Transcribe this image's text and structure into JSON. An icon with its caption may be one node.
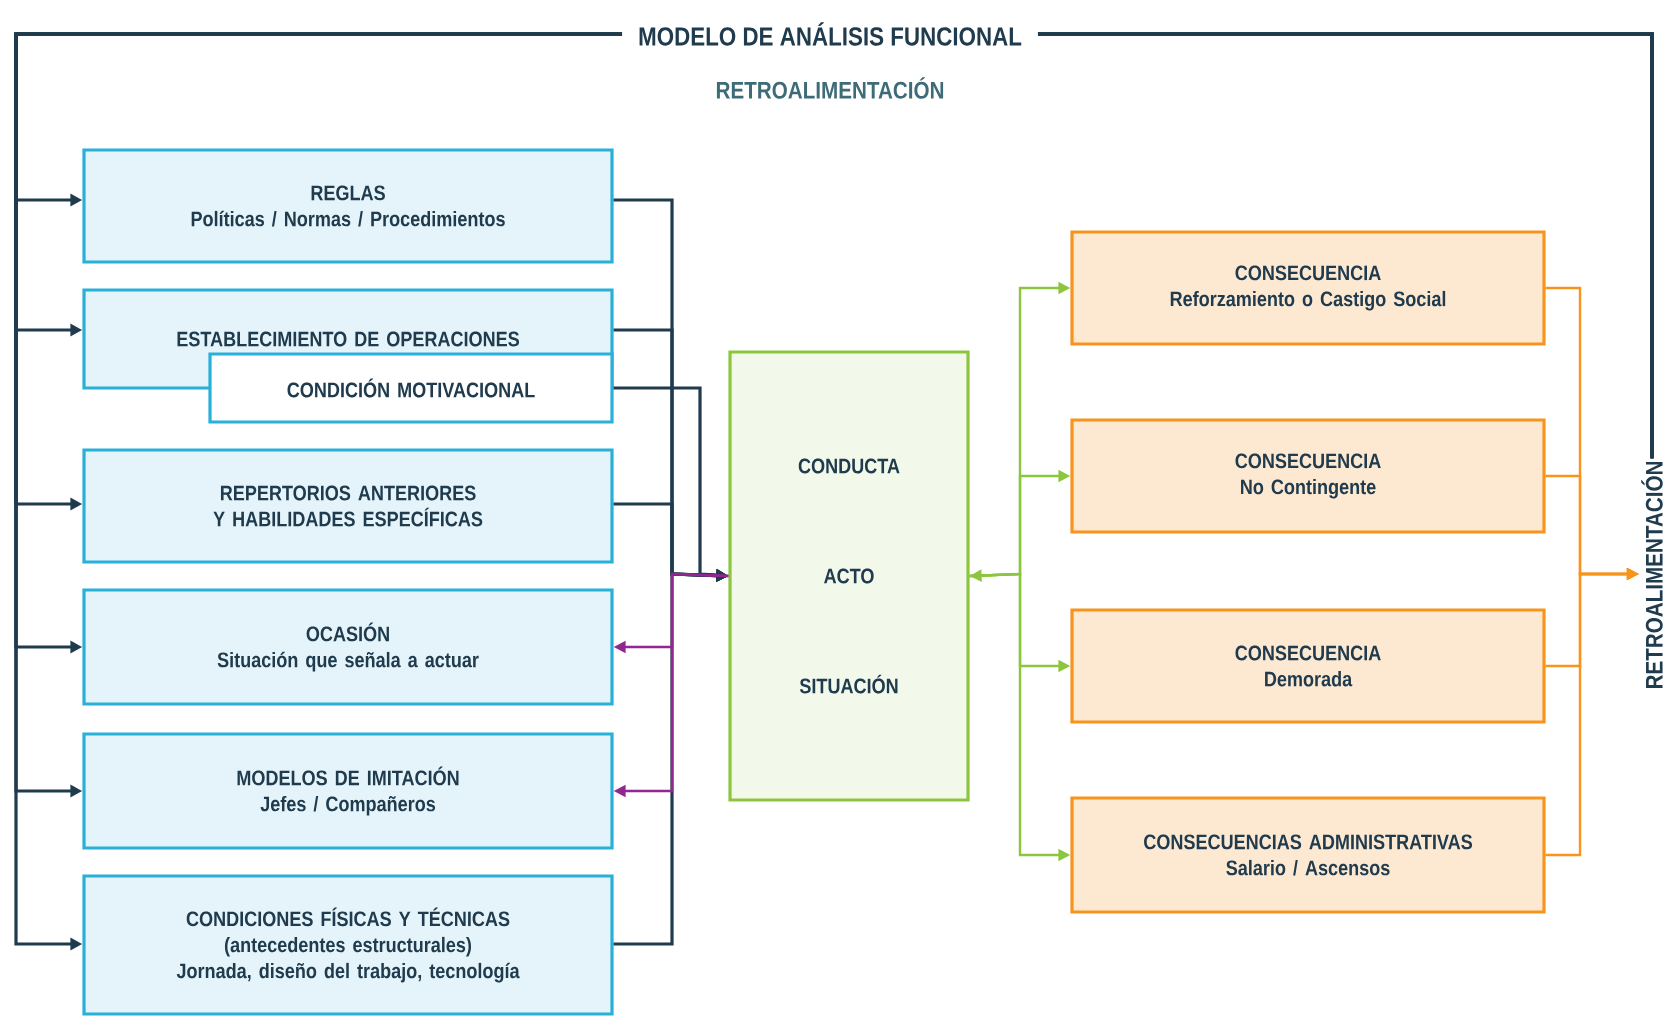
{
  "diagram": {
    "title": "MODELO DE ANÁLISIS FUNCIONAL",
    "nodes": [
      {
        "text": [
          "REGLAS",
          "Políticas / Normas / Procedimientos"
        ]
      },
      {
        "text": [
          "ESTABLECIMIENTO DE OPERACIONES"
        ]
      },
      {
        "text": [
          "CONDICIÓN MOTIVACIONAL"
        ]
      },
      {
        "text": [
          "REPERTORIOS ANTERIORES Y HABILIDADES ESPECÍFICAS"
        ]
      },
      {
        "text": [
          "OCASIÓN",
          "Situación que señala a actuar"
        ]
      },
      {
        "text": [
          "MODELOS DE IMITACIÓN",
          "Jefes / Compañeros"
        ]
      },
      {
        "text": [
          "CONDICIONES FÍSICAS Y TÉCNICAS",
          "(antecedentes estructurales)",
          "Jornada, diseño del trabajo, tecnología"
        ]
      },
      {
        "text": [
          "CONDUCTA",
          "ACTO",
          "SITUACIÓN"
        ]
      },
      {
        "text": [
          "CONSECUENCIA",
          "Reforzamiento o Castigo Social"
        ]
      },
      {
        "text": [
          "CONSECUENCIA",
          "No Contingente"
        ]
      },
      {
        "text": [
          "CONSECUENCIA",
          "Demorada"
        ]
      },
      {
        "text": [
          "CONSECUENCIAS ADMINISTRATIVAS",
          "Salario / Ascensos"
        ]
      },
      {
        "text": [
          "RETROALIMENTACIÓN"
        ]
      }
    ],
    "edges": [
      {
        "from": 0,
        "to": 7,
        "arrow": "to"
      },
      {
        "from": 1,
        "to": 7,
        "arrow": "to"
      },
      {
        "from": 2,
        "to": 7,
        "arrow": "to"
      },
      {
        "from": 3,
        "to": 7,
        "arrow": "to"
      },
      {
        "from": 6,
        "to": 7,
        "arrow": "to"
      },
      {
        "from": 7,
        "to": 4,
        "arrow": "to",
        "color": "#93278f"
      },
      {
        "from": 7,
        "to": 5,
        "arrow": "to",
        "color": "#93278f"
      },
      {
        "from": 7,
        "to": 8,
        "arrow": "both",
        "color": "#8cc63f"
      },
      {
        "from": 7,
        "to": 9,
        "arrow": "to",
        "color": "#8cc63f"
      },
      {
        "from": 7,
        "to": 10,
        "arrow": "to",
        "color": "#8cc63f"
      },
      {
        "from": 7,
        "to": 11,
        "arrow": "to",
        "color": "#8cc63f"
      },
      {
        "from": 8,
        "to": 12,
        "arrow": "to",
        "color": "#f7941d"
      },
      {
        "from": 9,
        "to": 12,
        "arrow": "to",
        "color": "#f7941d"
      },
      {
        "from": 10,
        "to": 12,
        "arrow": "to",
        "color": "#f7941d"
      },
      {
        "from": 11,
        "to": 12,
        "arrow": "to",
        "color": "#f7941d"
      },
      {
        "from": 12,
        "to": 0,
        "arrow": "to"
      },
      {
        "from": 12,
        "to": 1,
        "arrow": "to"
      },
      {
        "from": 12,
        "to": 3,
        "arrow": "to"
      },
      {
        "from": 12,
        "to": 4,
        "arrow": "to"
      },
      {
        "from": 12,
        "to": 5,
        "arrow": "to"
      },
      {
        "from": 12,
        "to": 6,
        "arrow": "to"
      }
    ],
    "labels": [
      "RETROALIMENTACIÓN"
    ]
  }
}
